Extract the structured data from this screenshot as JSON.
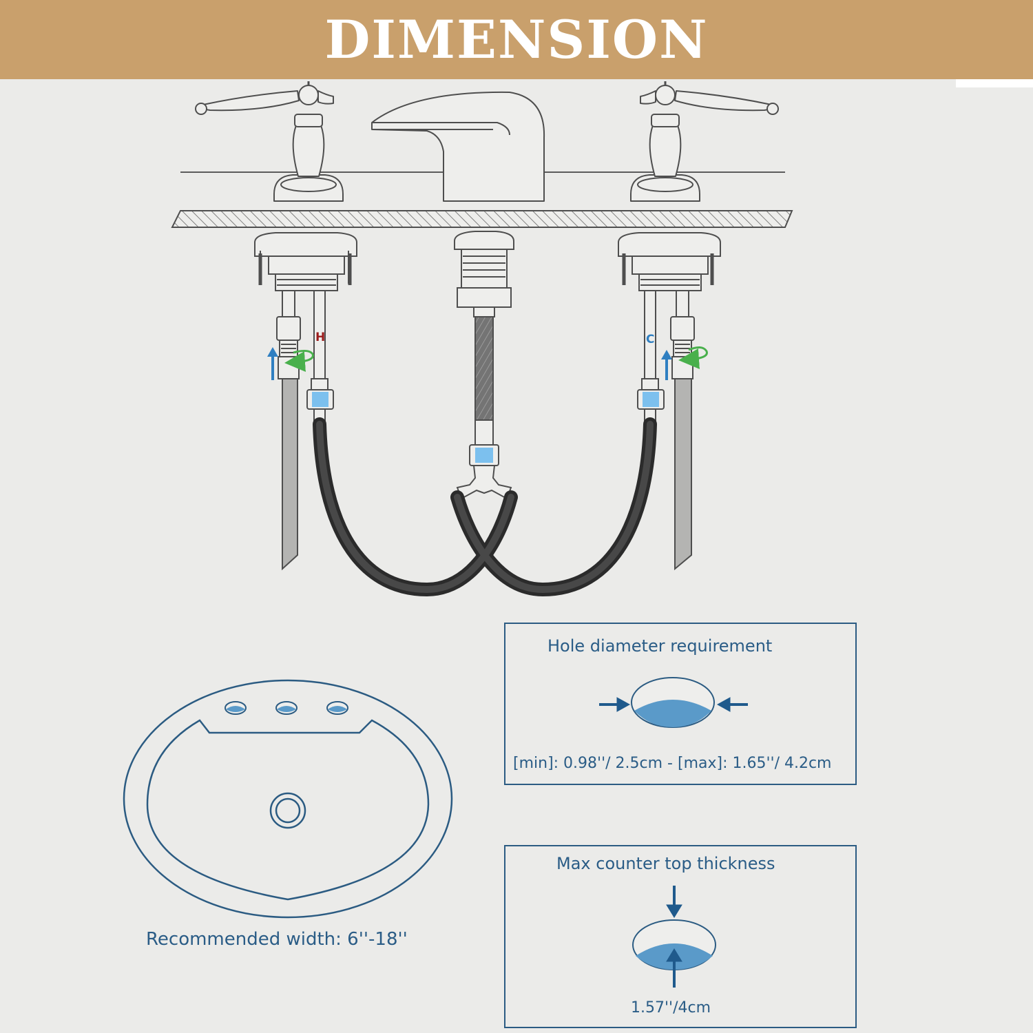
{
  "header": {
    "title": "DIMENSION"
  },
  "valves": {
    "hot_mark": "H",
    "cold_mark": "C"
  },
  "sink": {
    "caption": "Recommended width: 6''-18''"
  },
  "hole_panel": {
    "title": "Hole diameter requirement",
    "range": "[min]: 0.98''/ 2.5cm - [max]: 1.65''/ 4.2cm"
  },
  "thickness_panel": {
    "title": "Max counter top thickness",
    "value": "1.57''/4cm"
  },
  "colors": {
    "banner": "#c9a06c",
    "background": "#ebebe9",
    "accent_blue": "#2b5b82",
    "water_blue": "#5a9ac9",
    "hose": "#2f2f2f",
    "line": "#5b5b5b",
    "hot": "#9b1c1c",
    "cold": "#2f7fc1",
    "rotate_arrow": "#49b04c"
  }
}
